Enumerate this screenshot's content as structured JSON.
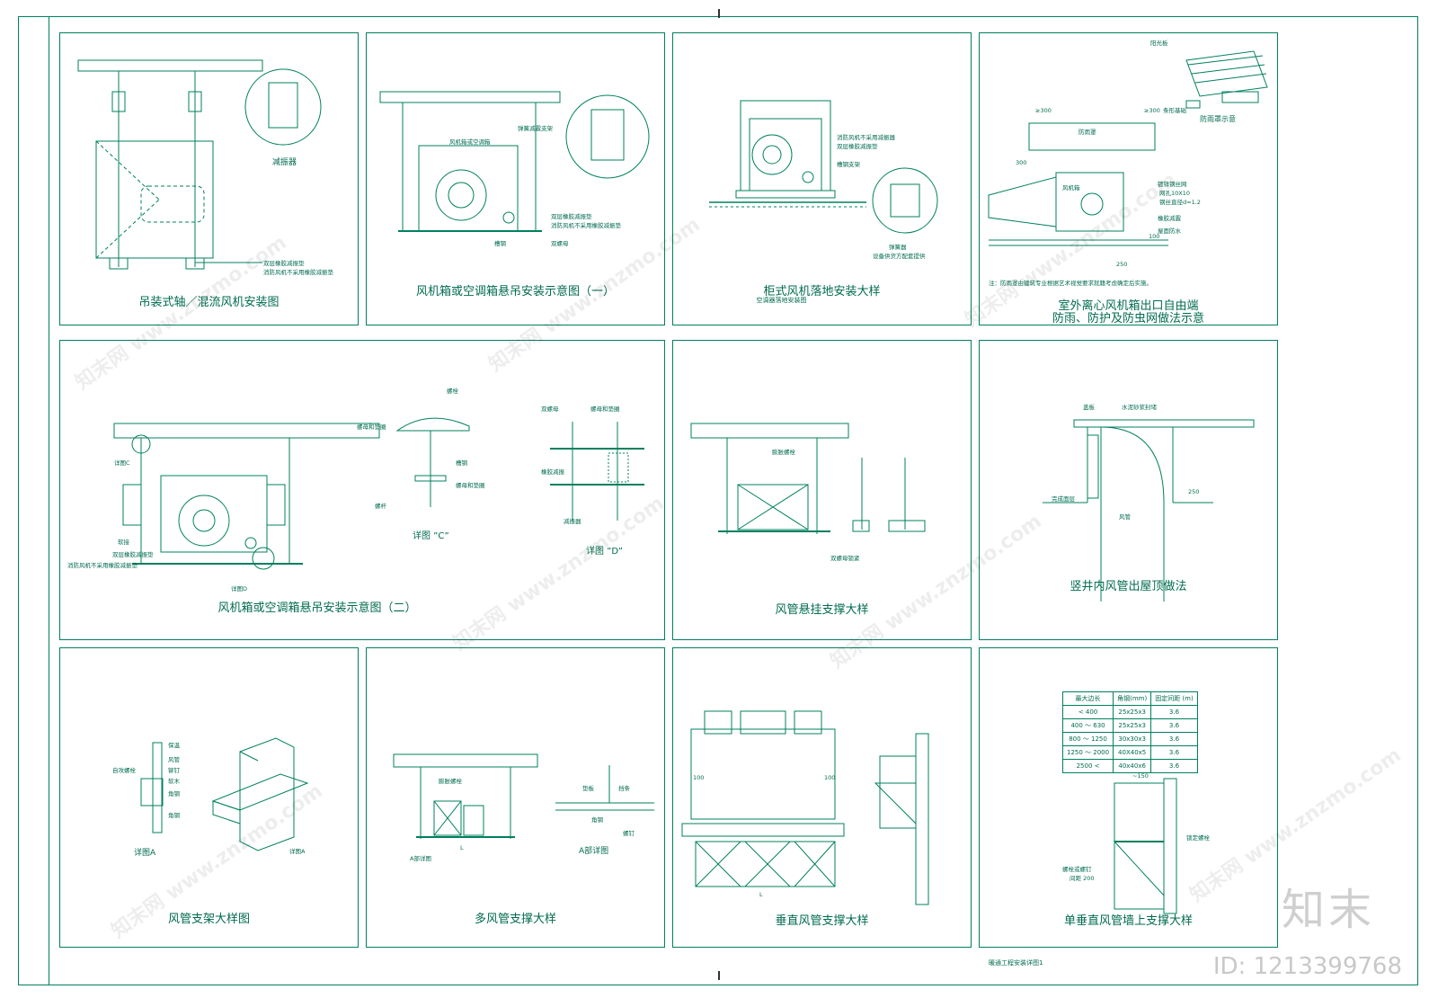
{
  "panels": [
    {
      "id": "p1",
      "title": "吊装式轴／混流风机安装图",
      "labels": [
        "减振器",
        "双层橡胶减振垫",
        "消防风机不采用橡胶减振垫"
      ]
    },
    {
      "id": "p2",
      "title": "风机箱或空调箱悬吊安装示意图（一）",
      "labels": [
        "弹簧减震支架",
        "风机箱或空调箱",
        "双层橡胶减振垫",
        "消防风机不采用橡胶减振垫",
        "槽钢",
        "双螺母"
      ]
    },
    {
      "id": "p3",
      "title": "柜式风机落地安装大样",
      "subtitle": "空调器落地安装图",
      "labels": [
        "消防风机不采用减振器",
        "双层橡胶减振垫",
        "槽钢支架",
        "弹簧器",
        "设备供货方配套提供"
      ]
    },
    {
      "id": "p4",
      "title": "室外离心风机箱出口自由端",
      "title2": "防雨、防护及防虫网做法示意",
      "labels": [
        "阳光板",
        "条形基础",
        "防雨罩示意",
        "防雨罩",
        "风机箱",
        "镀锌钢丝网",
        "网孔10X10",
        "钢丝直径d=1.2",
        "橡胶减震",
        "屋面防水",
        "注：防雨罩由建筑专业根据艺术视觉要求就籍考虑确定后实施。"
      ],
      "dims": [
        "≥300",
        "≥300",
        "300",
        "250",
        "100"
      ]
    },
    {
      "id": "p5",
      "title": "风机箱或空调箱悬吊安装示意图（二）",
      "labels": [
        "详图C",
        "软接",
        "双层橡胶减振垫",
        "消防风机不采用橡胶减振垫",
        "详图D",
        "螺栓",
        "螺母和垫圈",
        "槽钢",
        "螺母和垫圈",
        "螺杆",
        "双螺母",
        "螺母和垫圈",
        "橡胶减振",
        "减振器"
      ],
      "details": [
        "详图 ”C”",
        "详图 ”D”"
      ]
    },
    {
      "id": "p6",
      "title": "风管悬挂支撑大样",
      "labels": [
        "膨胀螺栓",
        "双螺母锁紧"
      ]
    },
    {
      "id": "p7",
      "title": "竖井内风管出屋顶做法",
      "labels": [
        "盖板",
        "水泥砂浆封堵",
        "完成面层",
        "风管"
      ],
      "dims": [
        "250"
      ]
    },
    {
      "id": "p8",
      "title": "风管支架大样图",
      "labels": [
        "保温",
        "风管",
        "铆钉",
        "软木",
        "角钢",
        "自攻螺栓",
        "角钢",
        "详图A",
        "详图A"
      ]
    },
    {
      "id": "p9",
      "title": "多风管支撑大样",
      "labels": [
        "膨胀螺栓",
        "A部详图",
        "A部详图",
        "垫板",
        "挡条",
        "角钢",
        "螺钉"
      ],
      "dims": [
        "L"
      ]
    },
    {
      "id": "p10",
      "title": "垂直风管支撑大样",
      "dims": [
        "100",
        "100",
        "L"
      ]
    },
    {
      "id": "p11",
      "title": "单垂直风管墙上支撑大样",
      "labels": [
        "锁定螺栓",
        "螺栓或螺钉",
        "间距 200"
      ],
      "dims": [
        "~150"
      ]
    }
  ],
  "spec_table": {
    "headers": [
      "最大边长",
      "角钢(mm)",
      "固定间距 (m)"
    ],
    "rows": [
      [
        "< 400",
        "25x25x3",
        "3.6"
      ],
      [
        "400 ～ 630",
        "25x25x3",
        "3.6"
      ],
      [
        "800 ～ 1250",
        "30x30x3",
        "3.6"
      ],
      [
        "1250 ～ 2000",
        "40X40x5",
        "3.6"
      ],
      [
        "2500 <",
        "40x40x6",
        "3.6"
      ]
    ]
  },
  "caption": "暖通工程安装详图1",
  "logo_text": "知末",
  "id_text": "ID: 1213399768",
  "watermark": "知末网 www.znzmo.com",
  "colors": {
    "line": "#00805e",
    "text": "#006b4f"
  }
}
